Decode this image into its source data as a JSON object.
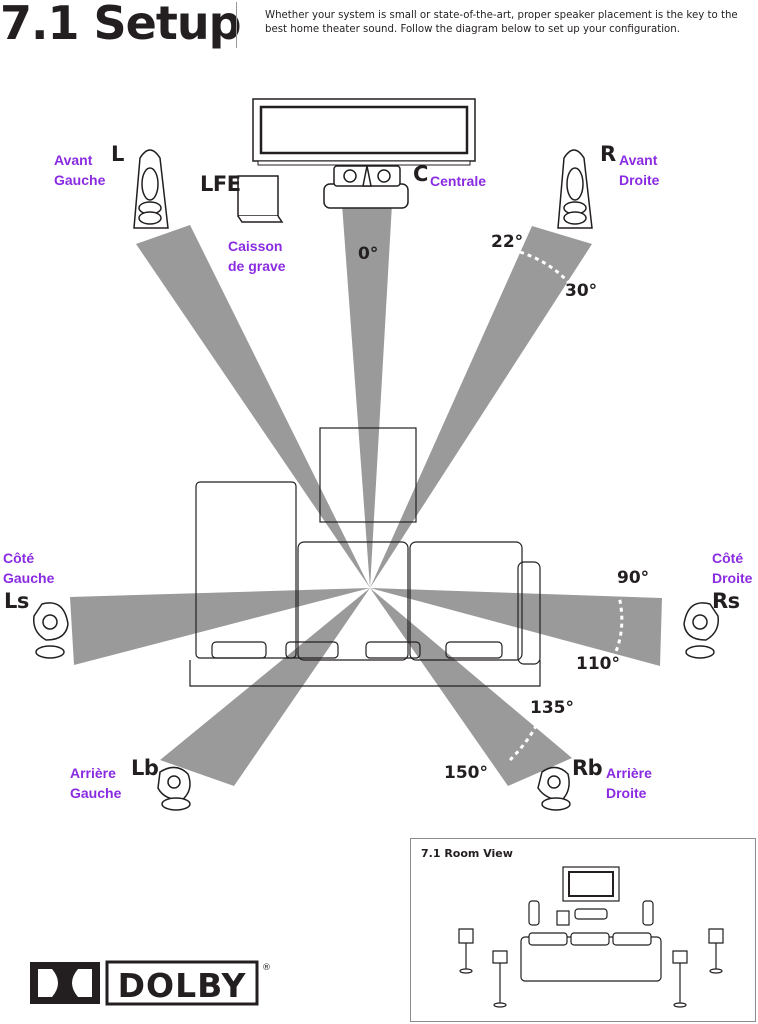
{
  "header": {
    "title": "7.1 Setup",
    "intro": "Whether your system is small or state-of-the-art, proper speaker placement is the key to the best home theater sound. Follow the diagram below to set up your configuration."
  },
  "speakers": {
    "front_left": {
      "code": "L",
      "label": "Avant\nGauche"
    },
    "subwoofer": {
      "code": "LFE",
      "label": "Caisson\nde grave"
    },
    "center": {
      "code": "C",
      "label": "Centrale"
    },
    "front_right": {
      "code": "R",
      "label": "Avant\nDroite"
    },
    "side_left": {
      "code": "Ls",
      "label": "Côté\nGauche"
    },
    "side_right": {
      "code": "Rs",
      "label": "Côté\nDroite"
    },
    "back_left": {
      "code": "Lb",
      "label": "Arrière\nGauche"
    },
    "back_right": {
      "code": "Rb",
      "label": "Arrière\nDroite"
    }
  },
  "angles": {
    "center": "0°",
    "front_min": "22°",
    "front_max": "30°",
    "side_min": "90°",
    "side_max": "110°",
    "back_min": "135°",
    "back_max": "150°"
  },
  "room_view": {
    "title": "7.1 Room View"
  },
  "logo": {
    "text": "DOLBY",
    "mark": "®"
  },
  "colors": {
    "beam": "#9a9a9a",
    "label": "#8a2be2",
    "ink": "#231f20"
  }
}
